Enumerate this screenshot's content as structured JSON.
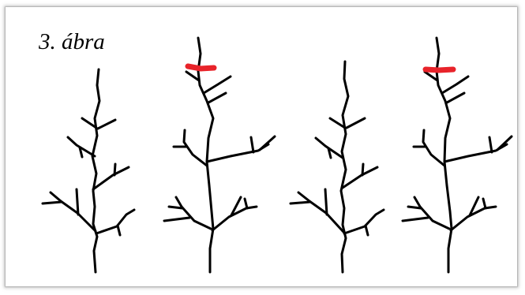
{
  "figure": {
    "label": "3. ábra"
  },
  "colors": {
    "branch": "#000000",
    "cut_mark": "#e8232a",
    "background": "#ffffff"
  },
  "trees": [
    {
      "name": "tree-1",
      "has_cut_mark": false
    },
    {
      "name": "tree-2",
      "has_cut_mark": true
    },
    {
      "name": "tree-3",
      "has_cut_mark": false
    },
    {
      "name": "tree-4",
      "has_cut_mark": true
    }
  ]
}
